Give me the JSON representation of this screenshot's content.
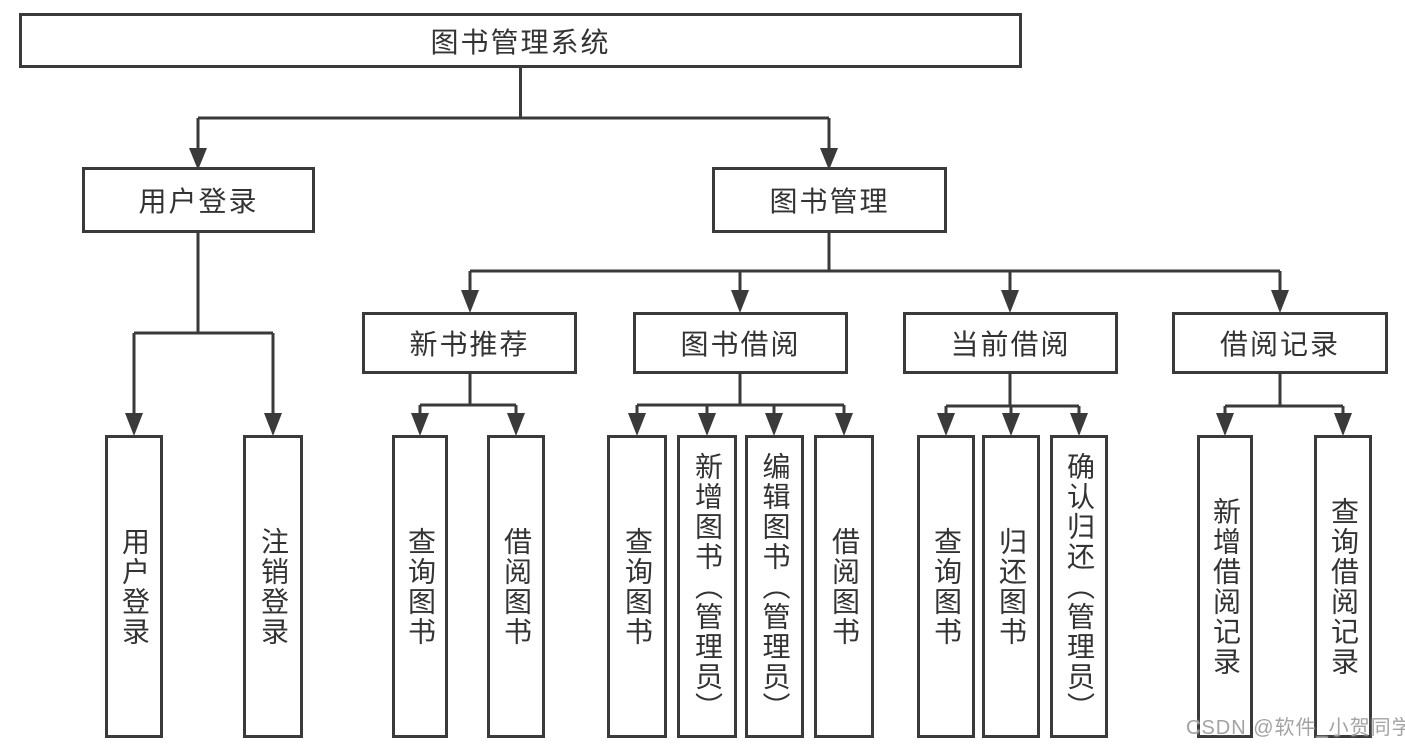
{
  "diagram_title": "图书管理系统",
  "watermark": "CSDN @软件_小贺同学",
  "colors": {
    "line": "#3a3a3a",
    "text": "#333333",
    "background": "#ffffff",
    "watermark": "#a3a3a3"
  },
  "nodes": {
    "root": {
      "label": "图书管理系统"
    },
    "user_login": {
      "label": "用户登录"
    },
    "book_mgmt": {
      "label": "图书管理"
    },
    "new_book_rec": {
      "label": "新书推荐"
    },
    "book_borrow": {
      "label": "图书借阅"
    },
    "current_borrow": {
      "label": "当前借阅"
    },
    "borrow_records": {
      "label": "借阅记录"
    },
    "ul_user_login": {
      "label": "用户登录"
    },
    "ul_logout": {
      "label": "注销登录"
    },
    "nbr_query_book": {
      "label": "查询图书"
    },
    "nbr_borrow_book": {
      "label": "借阅图书"
    },
    "bb_query_book": {
      "label": "查询图书"
    },
    "bb_add_book": {
      "label": "新增图书（管理员）"
    },
    "bb_edit_book": {
      "label": "编辑图书（管理员）"
    },
    "bb_borrow_book": {
      "label": "借阅图书"
    },
    "cb_query_book": {
      "label": "查询图书"
    },
    "cb_return_book": {
      "label": "归还图书"
    },
    "cb_confirm_return": {
      "label": "确认归还（管理员）"
    },
    "br_add_record": {
      "label": "新增借阅记录"
    },
    "br_query_record": {
      "label": "查询借阅记录"
    }
  }
}
